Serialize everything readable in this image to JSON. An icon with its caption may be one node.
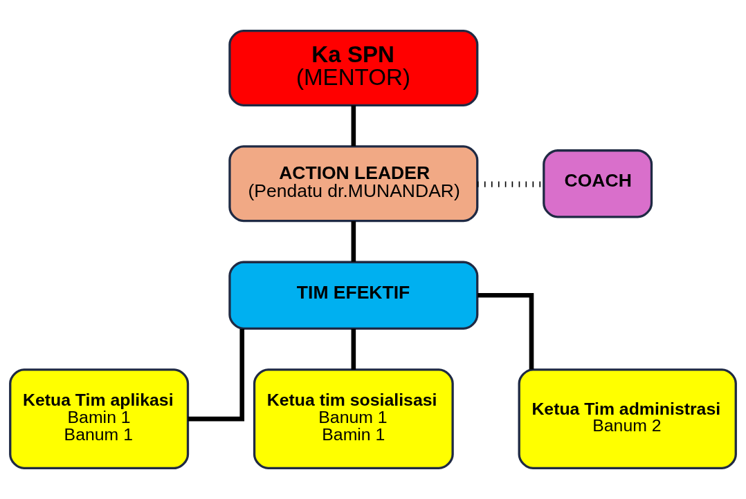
{
  "diagram": {
    "nodes": [
      {
        "text": [
          "Ka SPN",
          "(MENTOR)"
        ]
      },
      {
        "text": [
          "ACTION LEADER",
          "(Pendatu dr.MUNANDAR)"
        ]
      },
      {
        "text": [
          "COACH"
        ]
      },
      {
        "text": [
          "TIM EFEKTIF"
        ]
      },
      {
        "text": [
          "Ketua Tim aplikasi",
          "Bamin 1",
          "Banum 1"
        ]
      },
      {
        "text": [
          "Ketua tim sosialisasi",
          "Banum 1",
          "Bamin 1"
        ]
      },
      {
        "text": [
          "Ketua Tim administrasi",
          "Banum 2"
        ]
      }
    ],
    "edges": [
      {
        "from": 0,
        "to": 1,
        "arrow": "none"
      },
      {
        "from": 1,
        "to": 2,
        "arrow": "none",
        "style": "dashed"
      },
      {
        "from": 1,
        "to": 3,
        "arrow": "none"
      },
      {
        "from": 3,
        "to": 4,
        "arrow": "none"
      },
      {
        "from": 3,
        "to": 5,
        "arrow": "none"
      },
      {
        "from": 3,
        "to": 6,
        "arrow": "none"
      }
    ]
  }
}
